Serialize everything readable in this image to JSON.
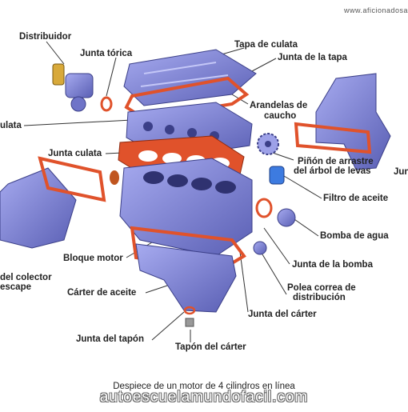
{
  "watermark_top": "www.aficionadosa",
  "labels": {
    "distribuidor": "Distribuidor",
    "junta_torica": "Junta tórica",
    "tapa_culata": "Tapa de culata",
    "junta_tapa": "Junta de la tapa",
    "arandelas_1": "Arandelas de",
    "arandelas_2": "caucho",
    "culata": "ulata",
    "junta_culata": "Junta culata",
    "pinon_1": "Piñón de arrastre",
    "pinon_2": "del árbol de levas",
    "junta_right": "Jun",
    "filtro": "Filtro de aceite",
    "bomba_agua": "Bomba de agua",
    "bloque": "Bloque motor",
    "junta_bomba": "Junta de la bomba",
    "colector_1": "del colector",
    "colector_2": "escape",
    "carter_aceite": "Cárter de aceite",
    "polea_1": "Polea correa de",
    "polea_2": "distribución",
    "junta_carter": "Junta del cárter",
    "junta_tapon": "Junta del tapón",
    "tapon": "Tapón del cárter"
  },
  "caption": "Despiece de un motor de 4 cilindros en línea",
  "watermark_bottom": "autoescuelamundofacil.com",
  "colors": {
    "metal": "#7b80d6",
    "metal_dark": "#4b4f9e",
    "gasket": "#e0522b",
    "accent": "#d8a93a"
  }
}
